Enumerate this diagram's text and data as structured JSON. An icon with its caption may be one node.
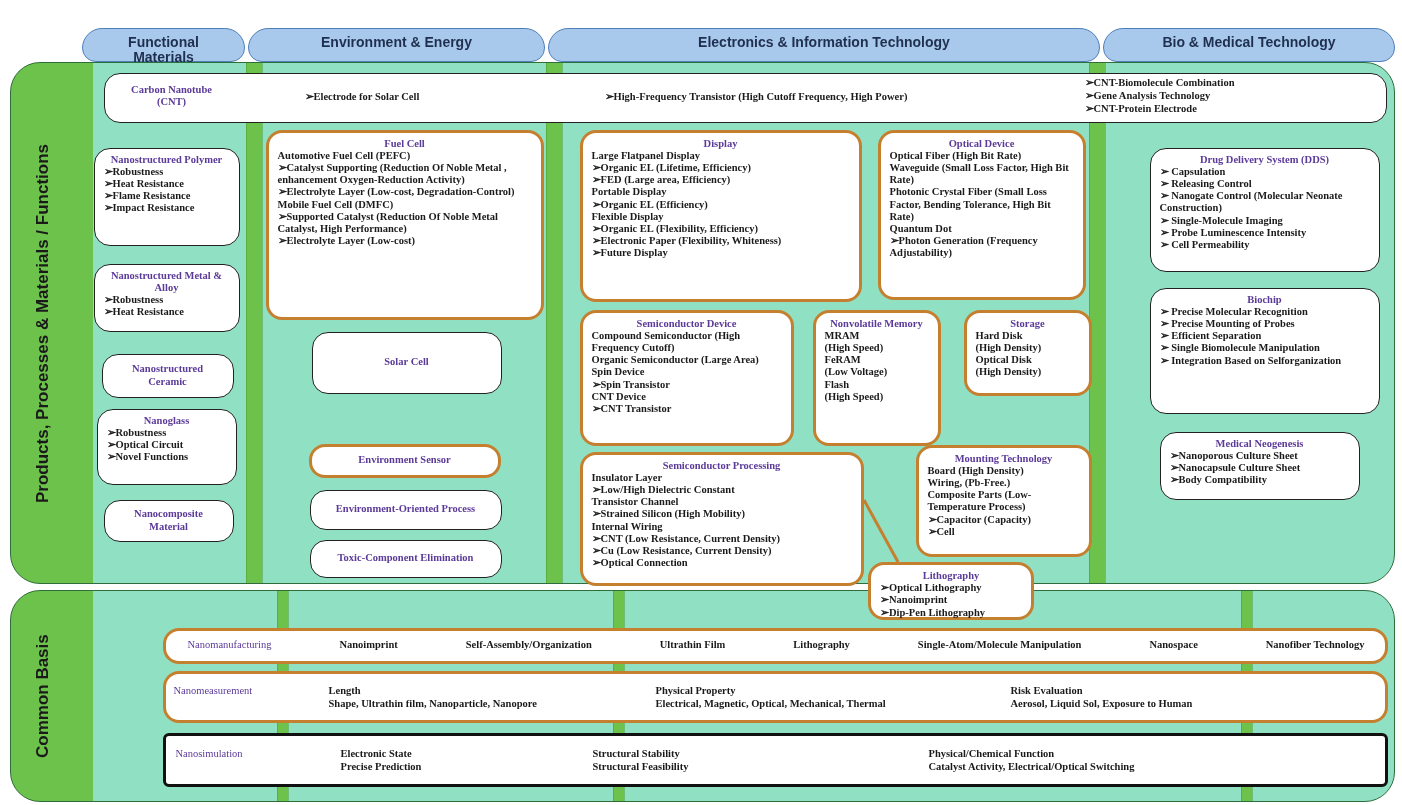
{
  "diagram": {
    "nodes": [
      {
        "text": [
          "Functional Materials"
        ]
      },
      {
        "text": [
          "Environment & Energy"
        ]
      },
      {
        "text": [
          "Electronics & Information Technology"
        ]
      },
      {
        "text": [
          "Bio & Medical Technology"
        ]
      },
      {
        "text": [
          "Products, Processes & Materials / Functions"
        ]
      },
      {
        "text": [
          "Common Basis"
        ]
      },
      {
        "in": 4,
        "text": [
          "Carbon Nanotube (CNT)",
          "➢Electrode for Solar Cell",
          "➢High-Frequency Transistor (High Cutoff Frequency, High Power)",
          "➢CNT-Biomolecule Combination",
          "➢Gene Analysis Technology",
          "➢CNT-Protein Electrode"
        ]
      },
      {
        "in": 4,
        "text": [
          "Nanostructured Polymer",
          "➢Robustness",
          "➢Heat Resistance",
          "➢Flame Resistance",
          "➢Impact Resistance"
        ]
      },
      {
        "in": 4,
        "text": [
          "Nanostructured Metal & Alloy",
          "➢Robustness",
          "➢Heat Resistance"
        ]
      },
      {
        "in": 4,
        "text": [
          "Nanostructured Ceramic"
        ]
      },
      {
        "in": 4,
        "text": [
          "Nanoglass",
          "➢Robustness",
          "➢Optical Circuit",
          "➢Novel Functions"
        ]
      },
      {
        "in": 4,
        "text": [
          "Nanocomposite Material"
        ]
      },
      {
        "in": 4,
        "text": [
          "Fuel Cell",
          "Automotive Fuel Cell (PEFC)",
          "➢Catalyst Supporting (Reduction Of Noble Metal , enhancement Oxygen-Reduction Activity)",
          "➢Electrolyte Layer (Low-cost, Degradation-Control)",
          "Mobile Fuel Cell (DMFC)",
          "➢Supported Catalyst (Reduction Of Noble Metal Catalyst, High Performance)",
          "➢Electrolyte Layer (Low-cost)"
        ]
      },
      {
        "in": 4,
        "text": [
          "Solar Cell"
        ]
      },
      {
        "in": 4,
        "text": [
          "Environment Sensor"
        ]
      },
      {
        "in": 4,
        "text": [
          "Environment-Oriented Process"
        ]
      },
      {
        "in": 4,
        "text": [
          "Toxic-Component Elimination"
        ]
      },
      {
        "in": 4,
        "text": [
          "Display",
          "Large Flatpanel Display",
          "➢Organic EL (Lifetime, Efficiency)",
          "➢FED (Large area, Efficiency)",
          "Portable Display",
          "➢Organic EL (Efficiency)",
          "Flexible Display",
          "➢Organic EL (Flexibility, Efficiency)",
          "➢Electronic Paper (Flexibility, Whiteness)",
          "➢Future Display"
        ]
      },
      {
        "in": 4,
        "text": [
          "Optical Device",
          "Optical Fiber (High Bit Rate)",
          "Waveguide (Small Loss Factor, High Bit Rate)",
          "Photonic Crystal Fiber (Small Loss Factor, Bending Tolerance, High Bit Rate)",
          "Quantum Dot",
          "➢Photon Generation (Frequency Adjustability)"
        ]
      },
      {
        "in": 4,
        "text": [
          "Semiconductor Device",
          "Compound Semiconductor (High Frequency Cutoff)",
          "Organic Semiconductor (Large Area)",
          "Spin Device",
          "➢Spin Transistor",
          "CNT Device",
          "➢CNT Transistor"
        ]
      },
      {
        "in": 4,
        "text": [
          "Nonvolatile Memory",
          "MRAM",
          "(High Speed)",
          "FeRAM",
          "(Low Voltage)",
          "Flash",
          "(High Speed)"
        ]
      },
      {
        "in": 4,
        "text": [
          "Storage",
          "Hard Disk",
          "(High Density)",
          "Optical Disk",
          "(High Density)"
        ]
      },
      {
        "in": 4,
        "text": [
          "Semiconductor Processing",
          "Insulator Layer",
          "➢Low/High Dielectric Constant",
          "Transistor Channel",
          "➢Strained Silicon (High Mobility)",
          "Internal Wiring",
          "➢CNT (Low Resistance, Current Density)",
          "➢Cu (Low Resistance, Current Density)",
          "➢Optical Connection"
        ]
      },
      {
        "in": 4,
        "text": [
          "Mounting Technology",
          "Board (High Density)",
          "Wiring, (Pb-Free.)",
          "Composite Parts (Low-Temperature Process)",
          "➢Capacitor (Capacity)",
          "➢Cell"
        ]
      },
      {
        "text": [
          "Lithography",
          "➢Optical Lithography",
          "➢Nanoimprint",
          "➢Dip-Pen Lithography"
        ]
      },
      {
        "in": 4,
        "text": [
          "Drug Delivery System (DDS)",
          "➢ Capsulation",
          "➢ Releasing Control",
          "➢ Nanogate Control (Molecular Neonate Construction)",
          "➢ Single-Molecule Imaging",
          "➢ Probe Luminescence Intensity",
          "➢ Cell Permeability"
        ]
      },
      {
        "in": 4,
        "text": [
          "Biochip",
          "➢ Precise Molecular Recognition",
          "➢ Precise Mounting of Probes",
          "➢ Efficient Separation",
          "➢ Single Biomolecule Manipulation",
          "➢ Integration Based on Selforganization"
        ]
      },
      {
        "in": 4,
        "text": [
          "Medical Neogenesis",
          "➢Nanoporous Culture Sheet",
          "➢Nanocapsule Culture Sheet",
          "➢Body Compatibility"
        ]
      },
      {
        "in": 5,
        "text": [
          "Nanomanufacturing",
          "Nanoimprint",
          "Self-Assembly/Organization",
          "Ultrathin Film",
          "Lithography",
          "Single-Atom/Molecule Manipulation",
          "Nanospace",
          "Nanofiber Technology"
        ]
      },
      {
        "in": 5,
        "text": [
          "Nanomeasurement",
          "Length",
          "Shape, Ultrathin film, Nanoparticle, Nanopore",
          "Physical Property",
          "Electrical, Magnetic, Optical, Mechanical, Thermal",
          "Risk Evaluation",
          "Aerosol, Liquid Sol, Exposure to Human"
        ]
      },
      {
        "in": 5,
        "text": [
          "Nanosimulation",
          "Electronic State",
          "Precise Prediction",
          "Structural Stability",
          "Structural Feasibility",
          "Physical/Chemical Function",
          "Catalyst Activity, Electrical/Optical Switching"
        ]
      }
    ],
    "edges": [
      {
        "from": 24,
        "to": 22,
        "arrow": "none"
      }
    ]
  }
}
